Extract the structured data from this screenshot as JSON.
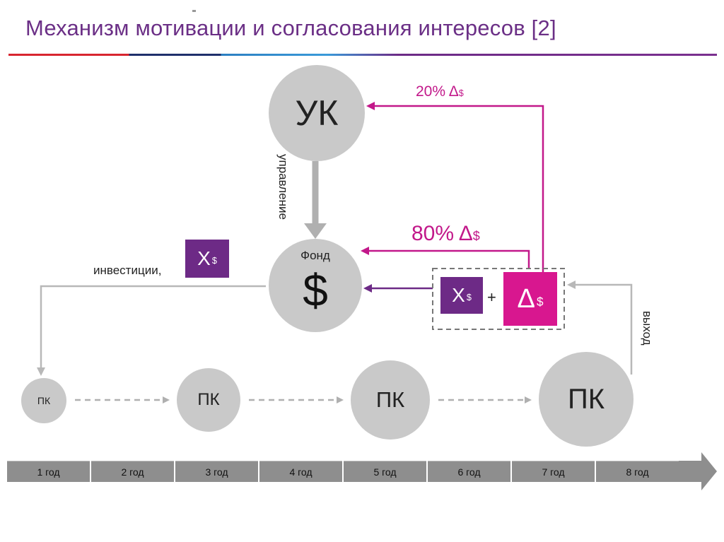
{
  "header": {
    "title": "Механизм мотивации и согласования интересов [2]"
  },
  "nodes": {
    "uk": "УК",
    "fund_label": "Фонд",
    "fund_symbol": "$",
    "pk": [
      "ПК",
      "ПК",
      "ПК",
      "ПК"
    ]
  },
  "labels": {
    "management": "управление",
    "investments": "инвестиции,",
    "exit": "выход",
    "share_20": "20% Δ",
    "share_80": "80% Δ",
    "currency_sub": "$",
    "plus": "+"
  },
  "boxes": {
    "x_main": "X",
    "delta_main": "Δ"
  },
  "timeline": [
    "1 год",
    "2 год",
    "3 год",
    "4 год",
    "5 год",
    "6 год",
    "7 год",
    "8 год"
  ],
  "colors": {
    "title": "#6b2f86",
    "purple": "#6d2a86",
    "magenta": "#d8178f",
    "gray_circle": "#c9c9c9",
    "timeline": "#8e8e8e"
  }
}
